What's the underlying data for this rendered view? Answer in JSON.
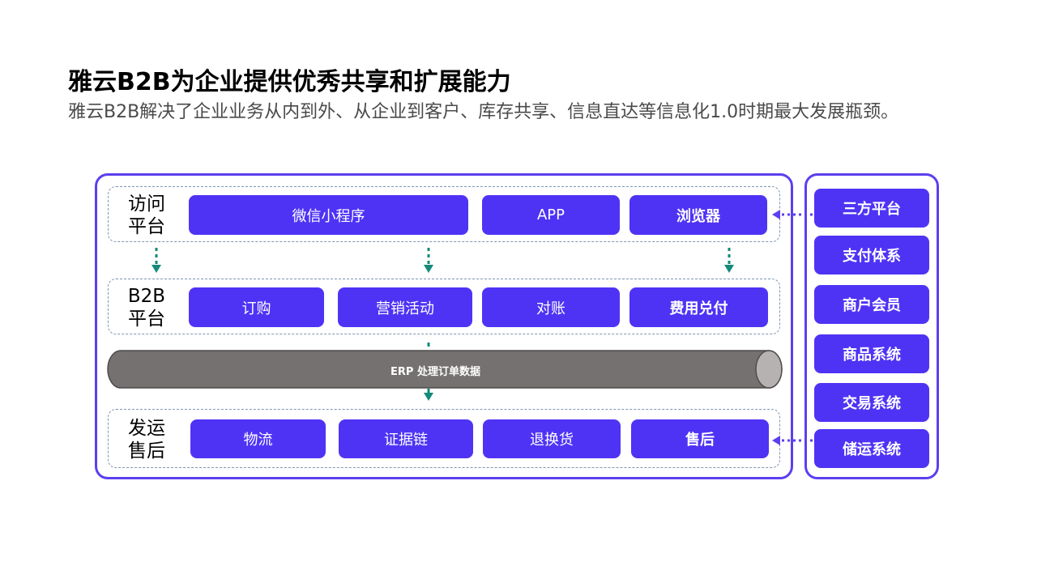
{
  "header": {
    "title": "雅云B2B为企业提供优秀共享和扩展能力",
    "subtitle": "雅云B2B解决了企业业务从内到外、从企业到客户、库存共享、信息直达等信息化1.0时期最大发展瓶颈。"
  },
  "tiers": {
    "access": {
      "label_line1": "访问",
      "label_line2": "平台",
      "items": [
        "微信小程序",
        "APP",
        "浏览器"
      ]
    },
    "b2b": {
      "label_line1": "B2B",
      "label_line2": "平台",
      "items": [
        "订购",
        "营销活动",
        "对账",
        "费用兑付"
      ]
    },
    "erp": {
      "label": "ERP 处理订单数据"
    },
    "delivery": {
      "label_line1": "发运",
      "label_line2": "售后",
      "items": [
        "物流",
        "证据链",
        "退换货",
        "售后"
      ]
    }
  },
  "sidebar": {
    "items": [
      "三方平台",
      "支付体系",
      "商户会员",
      "商品系统",
      "交易系统",
      "储运系统"
    ]
  },
  "colors": {
    "frame": "#5b3ff0",
    "button": "#4f33f5",
    "dashed_border": "#7f95b3",
    "teal_arrow": "#138a7a",
    "purple_arrow": "#5b3ff0",
    "erp_cylinder": "#757170"
  }
}
